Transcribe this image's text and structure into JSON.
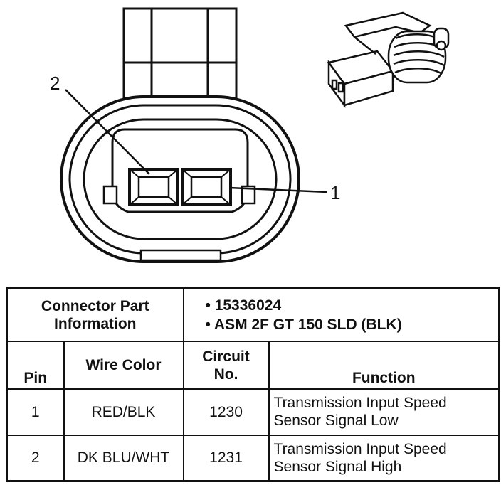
{
  "callouts": {
    "pin1": "1",
    "pin2": "2"
  },
  "connector_info": {
    "label": "Connector Part Information",
    "items": [
      "• 15336024",
      "• ASM 2F GT 150 SLD (BLK)"
    ]
  },
  "table": {
    "headers": {
      "pin": "Pin",
      "wire_color": "Wire Color",
      "circuit": "Circuit No.",
      "function": "Function"
    },
    "rows": [
      {
        "pin": "1",
        "wire_color": "RED/BLK",
        "circuit": "1230",
        "function": "Transmission Input Speed Sensor Signal Low"
      },
      {
        "pin": "2",
        "wire_color": "DK BLU/WHT",
        "circuit": "1231",
        "function": "Transmission Input Speed Sensor Signal High"
      }
    ]
  }
}
